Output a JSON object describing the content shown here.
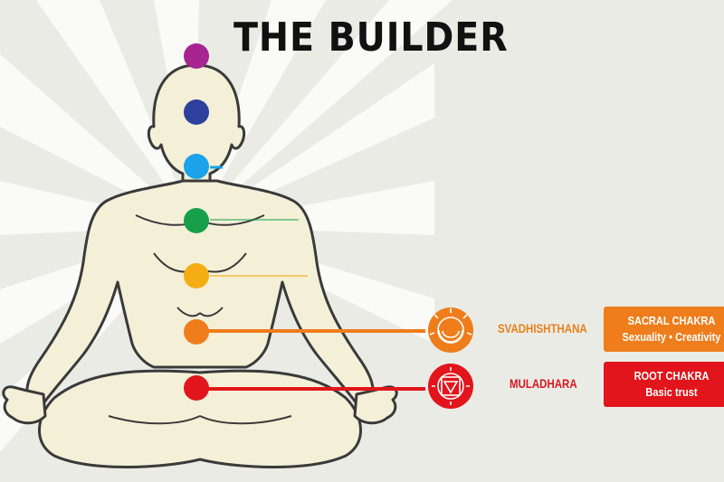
{
  "title": "THE BUILDER",
  "chakras": [
    {
      "key": "crown",
      "color": "#a6258f"
    },
    {
      "key": "third-eye",
      "color": "#2f3f9e"
    },
    {
      "key": "throat",
      "color": "#1aa3e8"
    },
    {
      "key": "heart",
      "color": "#16a04a"
    },
    {
      "key": "solar-plexus",
      "color": "#f4ae14"
    },
    {
      "key": "sacral",
      "color": "#ef7d1b"
    },
    {
      "key": "root",
      "color": "#e1151b"
    }
  ],
  "labels": {
    "sacral": {
      "sanskrit": "SVADHISHTHANA",
      "name": "SACRAL CHAKRA",
      "description": "Sexuality • Creativity",
      "color": "#ef7d1b"
    },
    "root": {
      "sanskrit": "MULADHARA",
      "name": "ROOT CHAKRA",
      "description": "Basic trust",
      "color": "#e1151b"
    }
  }
}
